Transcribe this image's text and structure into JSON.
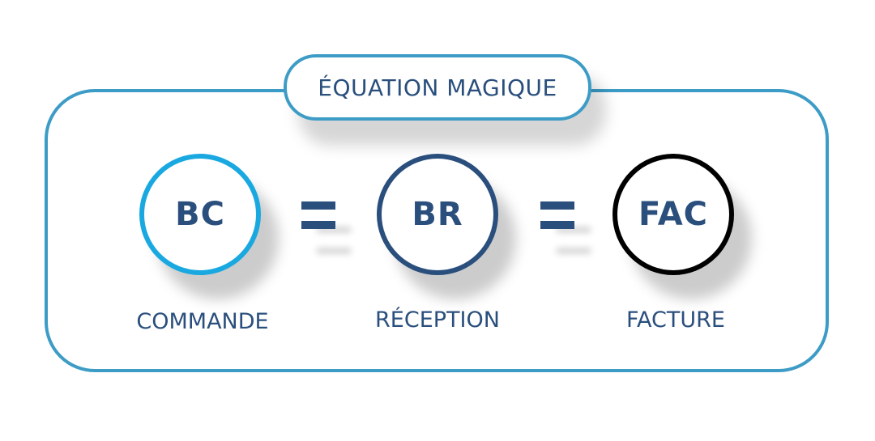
{
  "title": "ÉQUATION MAGIQUE",
  "colors": {
    "frame": "#3d9cc6",
    "text": "#2a4f7d",
    "bc_ring": "#1aa8e0",
    "br_ring": "#2a4f7d",
    "fac_ring": "#000000"
  },
  "nodes": [
    {
      "abbr": "BC",
      "label": "COMMANDE"
    },
    {
      "abbr": "BR",
      "label": "RÉCEPTION"
    },
    {
      "abbr": "FAC",
      "label": "FACTURE"
    }
  ],
  "operators": [
    "=",
    "="
  ]
}
